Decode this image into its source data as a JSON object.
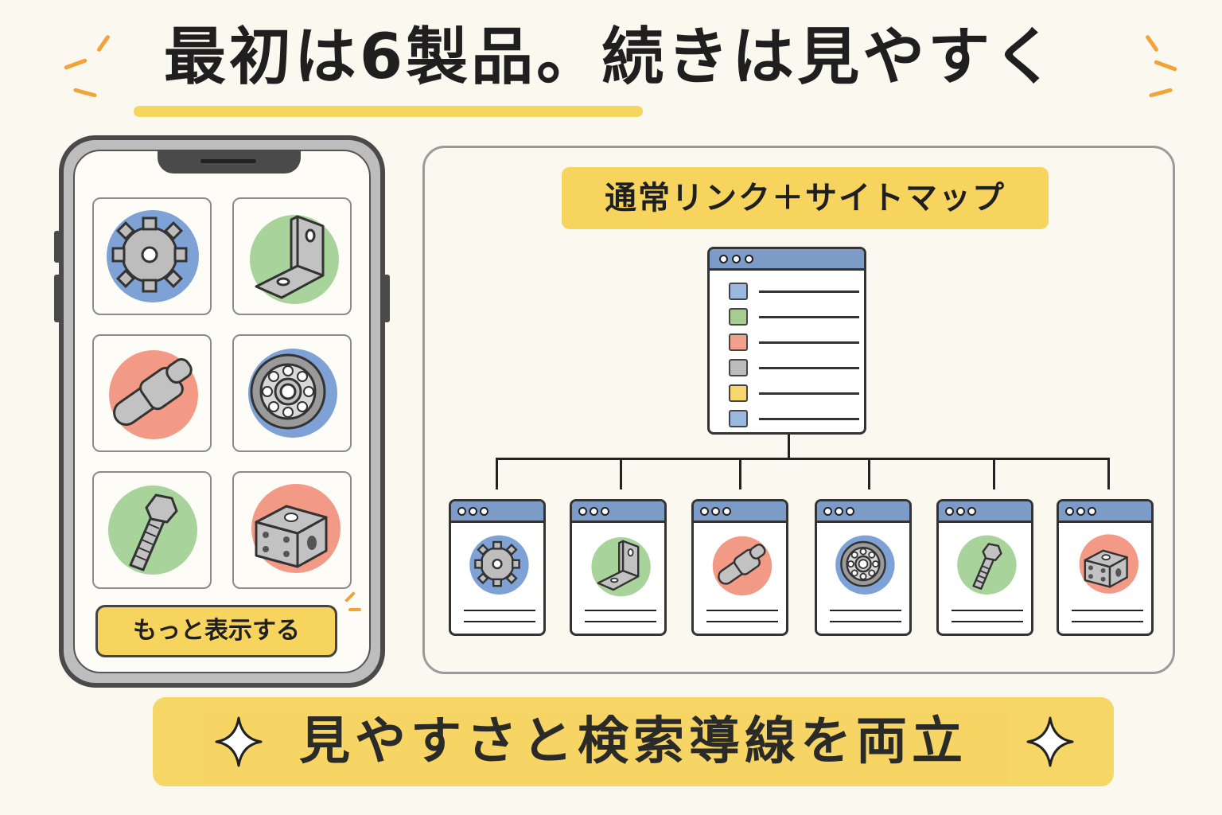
{
  "title": "最初は6製品。続きは見やすく",
  "phone": {
    "products": [
      {
        "icon": "gear-icon",
        "bg": "#7fa2d6"
      },
      {
        "icon": "bracket-icon",
        "bg": "#a8d39a"
      },
      {
        "icon": "shaft-icon",
        "bg": "#f29a86"
      },
      {
        "icon": "bearing-icon",
        "bg": "#7fa2d6"
      },
      {
        "icon": "bolt-icon",
        "bg": "#a8d39a"
      },
      {
        "icon": "block-icon",
        "bg": "#f29a86"
      }
    ],
    "more_button": "もっと表示する"
  },
  "panel": {
    "label": "通常リンク＋サイトマップ",
    "sitemap_colors": [
      "#9bb8e0",
      "#a6cc92",
      "#f0a08c",
      "#bcbcbc",
      "#f7d670",
      "#9bb8e0"
    ],
    "pages": [
      "gear-icon",
      "bracket-icon",
      "shaft-icon",
      "bearing-icon",
      "bolt-icon",
      "block-icon"
    ]
  },
  "banner": "見やすさと検索導線を両立",
  "colors": {
    "accent_yellow": "#f6d45e",
    "window_bar_blue": "#7d9bc7",
    "burst_orange": "#f2a33a"
  }
}
